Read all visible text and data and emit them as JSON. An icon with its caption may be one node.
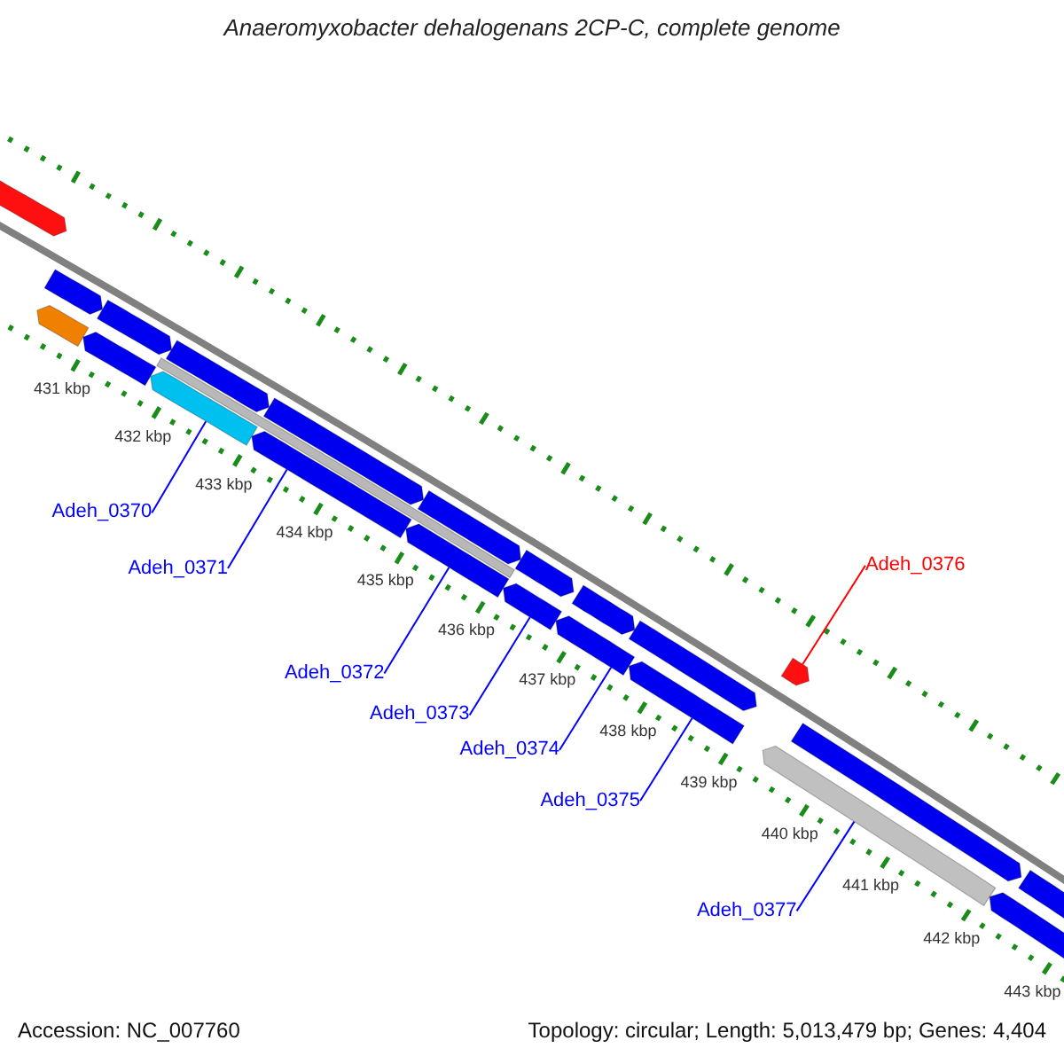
{
  "diagram": {
    "title": "Anaeromyxobacter dehalogenans 2CP-C, complete genome",
    "nodes": [
      {
        "text": [
          "Adeh_0370"
        ]
      },
      {
        "text": [
          "Adeh_0371"
        ]
      },
      {
        "text": [
          "Adeh_0372"
        ]
      },
      {
        "text": [
          "Adeh_0373"
        ]
      },
      {
        "text": [
          "Adeh_0374"
        ]
      },
      {
        "text": [
          "Adeh_0375"
        ]
      },
      {
        "text": [
          "Adeh_0376"
        ]
      },
      {
        "text": [
          "Adeh_0377"
        ]
      },
      {
        "text": [],
        "shape": "bar"
      },
      {
        "text": [],
        "shape": "bar"
      },
      {
        "text": [],
        "shape": "bar"
      },
      {
        "text": [],
        "shape": "bar"
      },
      {
        "text": [],
        "shape": "bar"
      },
      {
        "text": [],
        "shape": "bar"
      },
      {
        "text": [],
        "shape": "bar"
      },
      {
        "text": [],
        "shape": "bar"
      },
      {
        "text": [],
        "shape": "bar"
      },
      {
        "text": [],
        "shape": "bar"
      },
      {
        "text": [],
        "shape": "bar"
      },
      {
        "text": [],
        "shape": "bar"
      },
      {
        "text": [],
        "shape": "bar"
      },
      {
        "text": [],
        "shape": "bar"
      },
      {
        "text": [],
        "shape": "bar"
      },
      {
        "text": [],
        "shape": "bar"
      },
      {
        "text": [],
        "shape": "bar"
      },
      {
        "text": [],
        "shape": "bar"
      },
      {
        "text": [],
        "shape": "bar"
      },
      {
        "text": [],
        "shape": "bar"
      },
      {
        "text": [],
        "shape": "bar"
      },
      {
        "text": [],
        "shape": "bar"
      },
      {
        "text": [],
        "shape": "bar"
      }
    ],
    "edges": [
      {
        "from": 0,
        "to": 8,
        "arrow": "none"
      },
      {
        "from": 1,
        "to": 9,
        "arrow": "none"
      },
      {
        "from": 2,
        "to": 10,
        "arrow": "none"
      },
      {
        "from": 3,
        "to": 11,
        "arrow": "none"
      },
      {
        "from": 4,
        "to": 12,
        "arrow": "none"
      },
      {
        "from": 5,
        "to": 13,
        "arrow": "none"
      },
      {
        "from": 6,
        "to": 14,
        "arrow": "none",
        "color": "#ff0000"
      },
      {
        "from": 7,
        "to": 15,
        "arrow": "none"
      }
    ],
    "labels": [
      "431 kbp",
      "432 kbp",
      "433 kbp",
      "434 kbp",
      "435 kbp",
      "436 kbp",
      "437 kbp",
      "438 kbp",
      "439 kbp",
      "440 kbp",
      "441 kbp",
      "442 kbp",
      "443 kbp",
      "Accession: NC_007760",
      "Topology: circular; Length: 5,013,479 bp; Genes: 4,404"
    ]
  }
}
